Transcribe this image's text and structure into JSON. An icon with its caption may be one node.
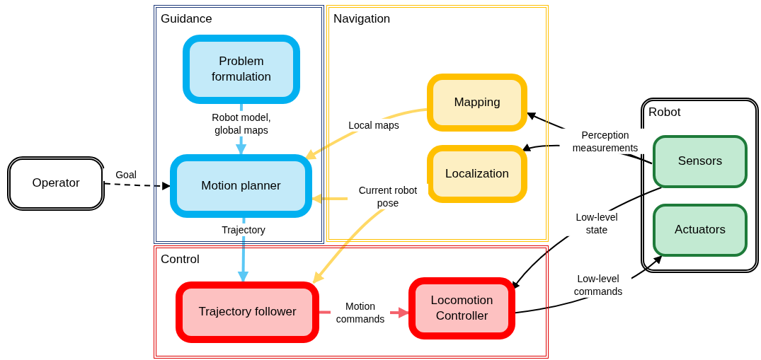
{
  "diagram": {
    "nodes": [
      {
        "text": [
          "Operator"
        ]
      },
      {
        "text": [
          "Guidance"
        ]
      },
      {
        "text": [
          "Problem formulation"
        ],
        "in": 1
      },
      {
        "text": [
          "Motion planner"
        ],
        "in": 1
      },
      {
        "text": [
          "Navigation"
        ]
      },
      {
        "text": [
          "Mapping"
        ],
        "in": 4
      },
      {
        "text": [
          "Localization"
        ],
        "in": 4
      },
      {
        "text": [
          "Control"
        ]
      },
      {
        "text": [
          "Trajectory follower"
        ],
        "in": 7
      },
      {
        "text": [
          "Locomotion Controller"
        ],
        "in": 7
      },
      {
        "text": [
          "Robot"
        ]
      },
      {
        "text": [
          "Sensors"
        ],
        "in": 10
      },
      {
        "text": [
          "Actuators"
        ],
        "in": 10
      }
    ],
    "edges": [
      {
        "from": 0,
        "to": 3,
        "arrow": "to",
        "label": "Goal",
        "style": "dashed"
      },
      {
        "from": 2,
        "to": 3,
        "arrow": "to",
        "label": "Robot model, global maps",
        "color": "#5bc8f5"
      },
      {
        "from": 5,
        "to": 3,
        "arrow": "to",
        "label": "Local maps",
        "color": "#ffd966"
      },
      {
        "from": 6,
        "to": 3,
        "arrow": "to",
        "label": "Current robot pose",
        "color": "#ffd966"
      },
      {
        "from": 6,
        "to": 8,
        "arrow": "to",
        "color": "#ffd966"
      },
      {
        "from": 3,
        "to": 8,
        "arrow": "to",
        "label": "Trajectory",
        "color": "#5bc8f5"
      },
      {
        "from": 8,
        "to": 9,
        "arrow": "to",
        "label": "Motion commands",
        "color": "#f4616b"
      },
      {
        "from": 11,
        "to": 5,
        "arrow": "to",
        "label": "Perception measurements"
      },
      {
        "from": 11,
        "to": 6,
        "arrow": "to"
      },
      {
        "from": 11,
        "to": 9,
        "arrow": "to",
        "label": "Low-level state"
      },
      {
        "from": 9,
        "to": 12,
        "arrow": "to",
        "label": "Low-level commands"
      }
    ]
  }
}
